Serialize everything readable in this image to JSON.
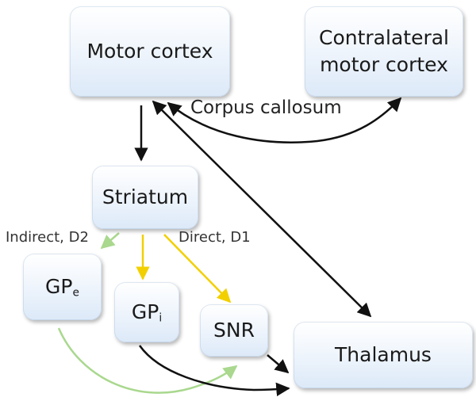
{
  "nodes": {
    "motor_cortex": "Motor cortex",
    "contralateral_line1": "Contralateral",
    "contralateral_line2": "motor cortex",
    "striatum": "Striatum",
    "gpe_main": "GP",
    "gpe_sub": "e",
    "gpi_main": "GP",
    "gpi_sub": "i",
    "snr": "SNR",
    "thalamus": "Thalamus"
  },
  "labels": {
    "corpus_callosum": "Corpus callosum",
    "indirect": "Indirect, D2",
    "direct": "Direct, D1"
  },
  "colors": {
    "black_arrow": "#111111",
    "indirect_green": "#a9d88e",
    "direct_yellow": "#f2d000"
  }
}
